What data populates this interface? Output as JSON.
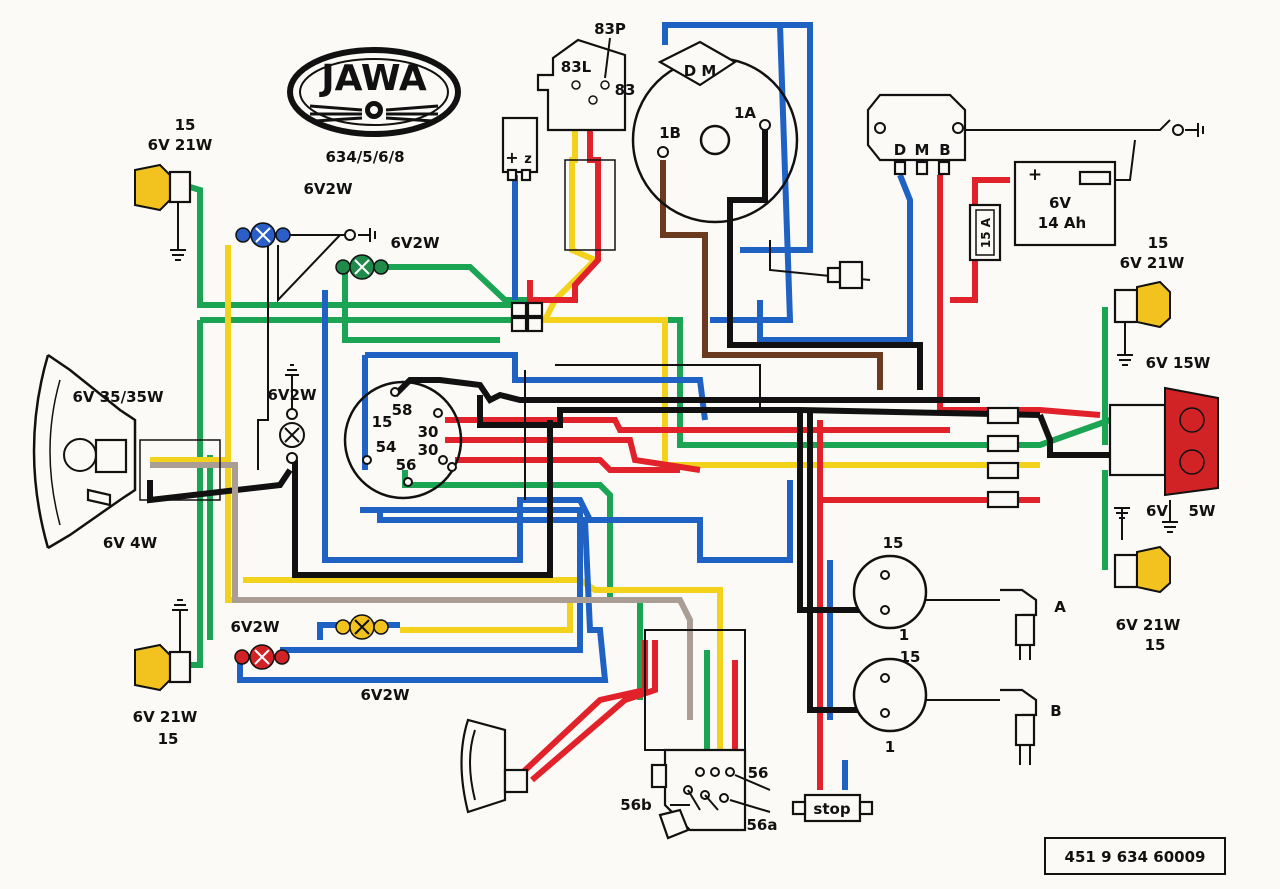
{
  "brand": {
    "logo": "JAWA",
    "model": "634/5/6/8"
  },
  "part_number": "451 9 634 60009",
  "colors": {
    "green": "#1aa453",
    "yellow": "#f3d21c",
    "red": "#e2222a",
    "blue": "#1f62c4",
    "brown": "#6b3a1f",
    "black": "#111111",
    "grey": "#a99d94",
    "white": "#ffffff",
    "lamp_amber": "#f2c21e",
    "lamp_red": "#d12326",
    "lamp_blue": "#2b5fc7",
    "lamp_green": "#1f8a4a",
    "lamp_yellow": "#f2c21e"
  },
  "labels": {
    "ind_fl_15": "15",
    "ind_fl_watt": "6V 21W",
    "ind_rl_watt": "6V 21W",
    "ind_rl_15": "15",
    "ind_fr_15": "15",
    "ind_fr_watt": "6V 21W",
    "ind_rr_watt": "6V  21W",
    "ind_rr_15": "15",
    "model_code": "634/5/6/8",
    "bulb_blue": "6V2W",
    "bulb_green": "6V2W",
    "bulb_mid": "6V2W",
    "bulb_red": "6V2W",
    "bulb_bottom": "6V2W",
    "headlamp_main": "6V 35/35W",
    "headlamp_park": "6V 4W",
    "coil_plus": "+",
    "coil_z": "z",
    "sw_83L": "83L",
    "sw_83P": "83P",
    "sw_83": "83",
    "dyn_DM": "D M",
    "dyn_1B": "1B",
    "dyn_1A": "1A",
    "reg_D": "D",
    "reg_M": "M",
    "reg_B": "B",
    "bat_plus": "+",
    "bat_minus": "-",
    "bat_volt": "6V",
    "bat_cap": "14 Ah",
    "fuse": "15 A",
    "tail_top": "6V 15W",
    "tail_bot_v": "6V",
    "tail_bot_w": "5W",
    "conn_58": "58",
    "conn_15": "15",
    "conn_30a": "30",
    "conn_30b": "30",
    "conn_54": "54",
    "conn_56": "56",
    "plug_A": "A",
    "plug_B": "B",
    "coil1_15": "15",
    "coil1_1": "1",
    "coil2_15": "15",
    "coil2_1": "1",
    "dimmer_56": "56",
    "dimmer_56b": "56b",
    "dimmer_56a": "56a",
    "stop": "stop"
  }
}
